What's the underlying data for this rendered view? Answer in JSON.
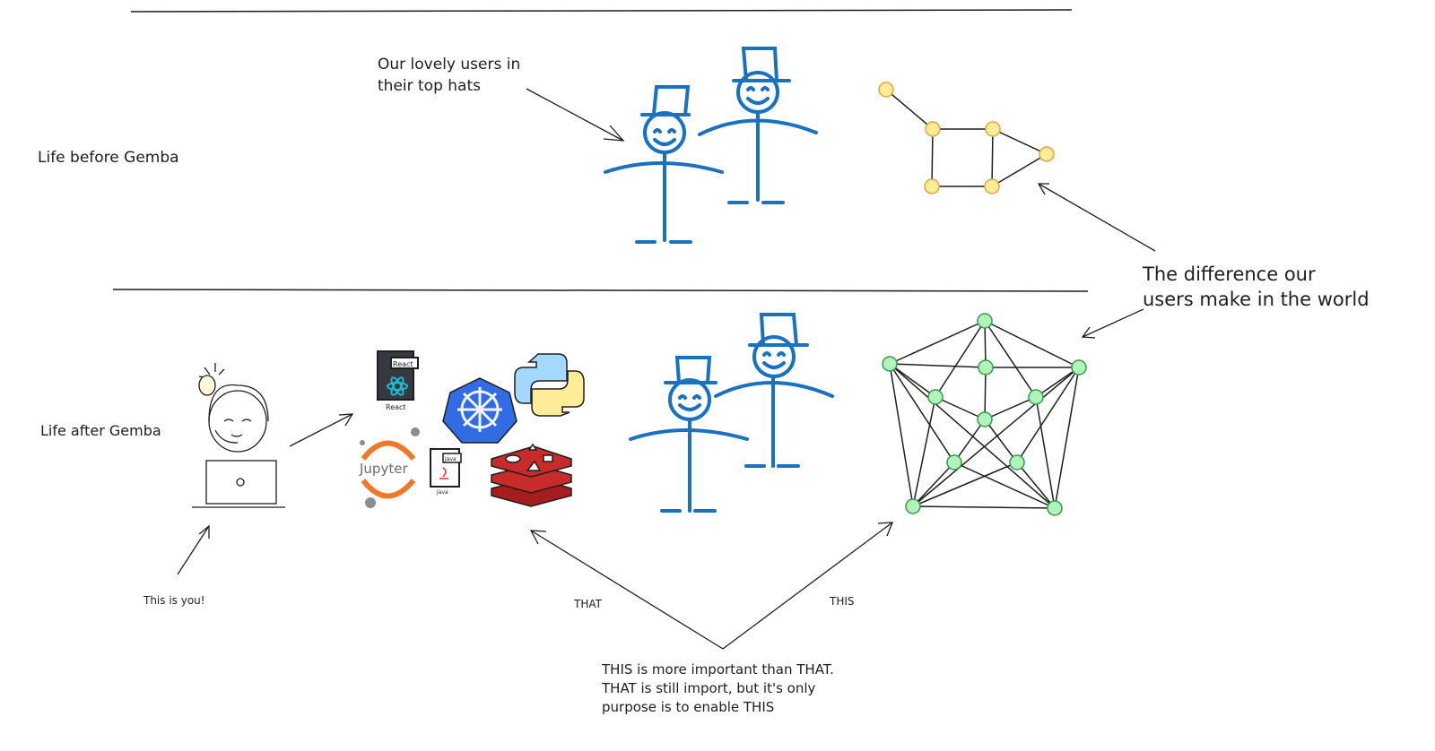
{
  "sections": {
    "before_label": "Life before Gemba",
    "after_label": "Life after Gemba"
  },
  "annotations": {
    "users_line1": "Our lovely users in",
    "users_line2": "their top hats",
    "difference_line1": "The difference our",
    "difference_line2": "users make in the world",
    "this_is_you": "This is you!",
    "that_label": "THAT",
    "this_label": "THIS",
    "summary_line1": "THIS is more important than THAT.",
    "summary_line2": "THAT is still import, but it's only",
    "summary_line3": "purpose is to enable THIS"
  },
  "tech_icons": {
    "react_badge": "React",
    "react_caption": "React",
    "java_badge": "Java",
    "java_caption": "Java",
    "jupyter_text": "Jupyter"
  },
  "colors": {
    "figure_blue": "#1971c2",
    "small_node_fill": "#ffec99",
    "big_node_fill": "#b2f2bb",
    "node_stroke": "#e8a33c",
    "kubernetes_blue": "#326ce5",
    "redis_red": "#c92a2a",
    "jupyter_orange": "#f37726"
  }
}
